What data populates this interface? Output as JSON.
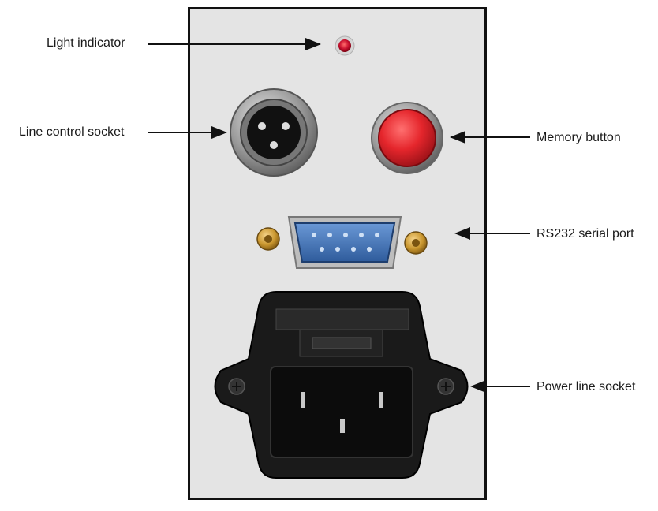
{
  "labels": {
    "light_indicator": "Light indicator",
    "line_control_socket": "Line control socket",
    "memory_button": "Memory button",
    "rs232_serial_port": "RS232 serial port",
    "power_line_socket": "Power line socket"
  },
  "colors": {
    "panel": "#e4e4e4",
    "panel_border": "#111111",
    "indicator_light": "#c8102e",
    "memory_button": "#e5262c",
    "serial_port": "#3c6fb0",
    "screw_gold": "#c9962e",
    "power_socket": "#111111",
    "metal": "#9a9a9a"
  }
}
